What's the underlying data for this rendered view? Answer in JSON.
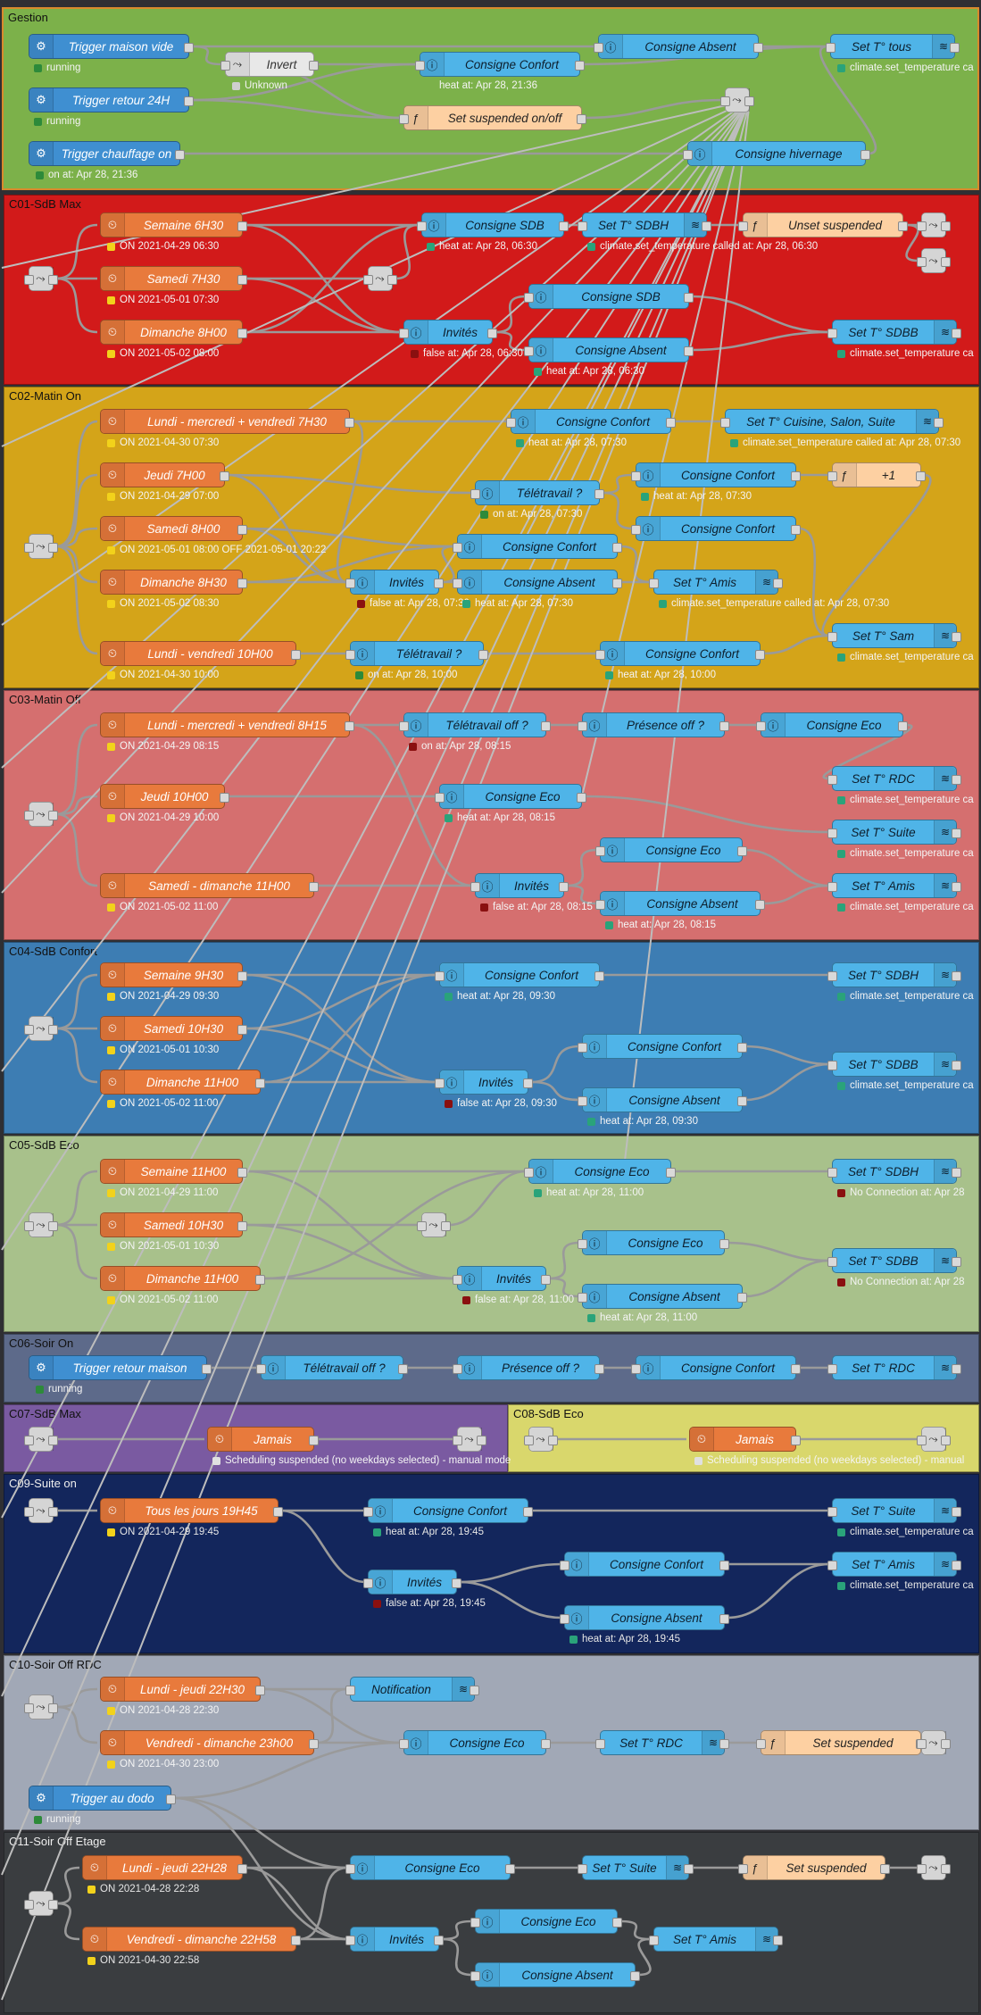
{
  "colors": {
    "Gestion": "#7cb14a",
    "C01": "#d21a1a",
    "C02": "#d4a419",
    "C03": "#d56f6f",
    "C04": "#3d7db3",
    "C05": "#a8c18b",
    "C06": "#5d6a8a",
    "C07": "#7a5aa1",
    "C08": "#d9d76c",
    "C09": "#13265c",
    "C10": "#a1a8b6",
    "C11": "#3a3d40"
  },
  "icon_names": {
    "ha": "info-icon",
    "inject": "clock-icon",
    "func": "function-icon",
    "svc": "wifi-icon",
    "trig": "trigger-icon",
    "sw": "switch-icon"
  },
  "groups": [
    {
      "id": "g0",
      "label": "Gestion",
      "color": "Gestion",
      "dark": false
    },
    {
      "id": "g1",
      "label": "C01-SdB Max",
      "color": "C01",
      "dark": false
    },
    {
      "id": "g2",
      "label": "C02-Matin On",
      "color": "C02",
      "dark": false
    },
    {
      "id": "g3",
      "label": "C03-Matin Off",
      "color": "C03",
      "dark": false
    },
    {
      "id": "g4",
      "label": "C04-SdB Confort",
      "color": "C04",
      "dark": false
    },
    {
      "id": "g5",
      "label": "C05-SdB Eco",
      "color": "C05",
      "dark": false
    },
    {
      "id": "g6",
      "label": "C06-Soir On",
      "color": "C06",
      "dark": false
    },
    {
      "id": "g7",
      "label": "C07-SdB Max",
      "color": "C07",
      "dark": false
    },
    {
      "id": "g8",
      "label": "C08-SdB Eco",
      "color": "C08",
      "dark": false
    },
    {
      "id": "g9",
      "label": "C09-Suite on",
      "color": "C09",
      "dark": true
    },
    {
      "id": "g10",
      "label": "C10-Soir Off RDC",
      "color": "C10",
      "dark": false
    },
    {
      "id": "g11",
      "label": "C11-Soir Off Etage",
      "color": "C11",
      "dark": true
    }
  ],
  "nodes": [
    {
      "id": "n_tmv",
      "type": "trig",
      "label": "Trigger maison vide"
    },
    {
      "id": "n_inv",
      "type": "sw",
      "label": "Invert"
    },
    {
      "id": "n_cc0",
      "type": "ha",
      "label": "Consigne Confort"
    },
    {
      "id": "n_ca0",
      "type": "ha",
      "label": "Consigne Absent"
    },
    {
      "id": "n_stt",
      "type": "svc",
      "label": "Set T° tous"
    },
    {
      "id": "n_tr24",
      "type": "trig",
      "label": "Trigger retour 24H"
    },
    {
      "id": "n_ssp",
      "type": "func",
      "label": "Set suspended on/off"
    },
    {
      "id": "n_link0",
      "type": "sw",
      "label": ""
    },
    {
      "id": "n_tco",
      "type": "trig",
      "label": "Trigger chauffage on"
    },
    {
      "id": "n_chiv",
      "type": "ha",
      "label": "Consigne hivernage"
    },
    {
      "id": "n_s6",
      "type": "inject",
      "label": "Semaine 6H30"
    },
    {
      "id": "n_sa7",
      "type": "inject",
      "label": "Samedi 7H30"
    },
    {
      "id": "n_di8",
      "type": "inject",
      "label": "Dimanche 8H00"
    },
    {
      "id": "n_c1sw",
      "type": "sw",
      "label": ""
    },
    {
      "id": "n_c1sw2",
      "type": "sw",
      "label": ""
    },
    {
      "id": "n_csdb1",
      "type": "ha",
      "label": "Consigne SDB"
    },
    {
      "id": "n_stsdbh1",
      "type": "svc",
      "label": "Set T° SDBH"
    },
    {
      "id": "n_unsusp",
      "type": "func",
      "label": "Unset suspended"
    },
    {
      "id": "n_lo1a",
      "type": "sw",
      "label": ""
    },
    {
      "id": "n_lo1b",
      "type": "sw",
      "label": ""
    },
    {
      "id": "n_inv1",
      "type": "ha",
      "label": "Invités"
    },
    {
      "id": "n_csdb1b",
      "type": "ha",
      "label": "Consigne SDB"
    },
    {
      "id": "n_cabs1",
      "type": "ha",
      "label": "Consigne Absent"
    },
    {
      "id": "n_stsdbb1",
      "type": "svc",
      "label": "Set T° SDBB"
    },
    {
      "id": "n_c2sw",
      "type": "sw",
      "label": ""
    },
    {
      "id": "n_lmv7",
      "type": "inject",
      "label": "Lundi - mercredi + vendredi 7H30"
    },
    {
      "id": "n_je7",
      "type": "inject",
      "label": "Jeudi 7H00"
    },
    {
      "id": "n_sa8",
      "type": "inject",
      "label": "Samedi 8H00"
    },
    {
      "id": "n_di83",
      "type": "inject",
      "label": "Dimanche 8H30"
    },
    {
      "id": "n_lv10",
      "type": "inject",
      "label": "Lundi - vendredi 10H00"
    },
    {
      "id": "n_cc2a",
      "type": "ha",
      "label": "Consigne Confort"
    },
    {
      "id": "n_stcsl",
      "type": "svc",
      "label": "Set T° Cuisine, Salon, Suite"
    },
    {
      "id": "n_tele2",
      "type": "ha",
      "label": "Télétravail ?"
    },
    {
      "id": "n_cc2b",
      "type": "ha",
      "label": "Consigne Confort"
    },
    {
      "id": "n_plus1",
      "type": "func",
      "label": "+1"
    },
    {
      "id": "n_cc2c",
      "type": "ha",
      "label": "Consigne Confort"
    },
    {
      "id": "n_cc2d",
      "type": "ha",
      "label": "Consigne Confort"
    },
    {
      "id": "n_inv2",
      "type": "ha",
      "label": "Invités"
    },
    {
      "id": "n_cabs2",
      "type": "ha",
      "label": "Consigne Absent"
    },
    {
      "id": "n_stamis2",
      "type": "svc",
      "label": "Set T° Amis"
    },
    {
      "id": "n_stsam",
      "type": "svc",
      "label": "Set T° Sam"
    },
    {
      "id": "n_tele2b",
      "type": "ha",
      "label": "Télétravail ?"
    },
    {
      "id": "n_cc2e",
      "type": "ha",
      "label": "Consigne Confort"
    },
    {
      "id": "n_c3sw",
      "type": "sw",
      "label": ""
    },
    {
      "id": "n_lmv8",
      "type": "inject",
      "label": "Lundi - mercredi + vendredi 8H15"
    },
    {
      "id": "n_teleoff3",
      "type": "ha",
      "label": "Télétravail off ?"
    },
    {
      "id": "n_presoff3",
      "type": "ha",
      "label": "Présence off ?"
    },
    {
      "id": "n_ceco3a",
      "type": "ha",
      "label": "Consigne Eco"
    },
    {
      "id": "n_strdc3",
      "type": "svc",
      "label": "Set T° RDC"
    },
    {
      "id": "n_je10",
      "type": "inject",
      "label": "Jeudi 10H00"
    },
    {
      "id": "n_ceco3b",
      "type": "ha",
      "label": "Consigne Eco"
    },
    {
      "id": "n_stsuite3",
      "type": "svc",
      "label": "Set T° Suite"
    },
    {
      "id": "n_ceco3c",
      "type": "ha",
      "label": "Consigne Eco"
    },
    {
      "id": "n_sd11",
      "type": "inject",
      "label": "Samedi - dimanche 11H00"
    },
    {
      "id": "n_inv3",
      "type": "ha",
      "label": "Invités"
    },
    {
      "id": "n_stamis3",
      "type": "svc",
      "label": "Set T° Amis"
    },
    {
      "id": "n_cabs3",
      "type": "ha",
      "label": "Consigne Absent"
    },
    {
      "id": "n_c4sw",
      "type": "sw",
      "label": ""
    },
    {
      "id": "n_s9",
      "type": "inject",
      "label": "Semaine 9H30"
    },
    {
      "id": "n_cc4",
      "type": "ha",
      "label": "Consigne Confort"
    },
    {
      "id": "n_stsdbh4",
      "type": "svc",
      "label": "Set T° SDBH"
    },
    {
      "id": "n_sa10",
      "type": "inject",
      "label": "Samedi 10H30"
    },
    {
      "id": "n_cc4b",
      "type": "ha",
      "label": "Consigne Confort"
    },
    {
      "id": "n_di11",
      "type": "inject",
      "label": "Dimanche 11H00"
    },
    {
      "id": "n_inv4",
      "type": "ha",
      "label": "Invités"
    },
    {
      "id": "n_stsdbb4",
      "type": "svc",
      "label": "Set T° SDBB"
    },
    {
      "id": "n_cabs4",
      "type": "ha",
      "label": "Consigne Absent"
    },
    {
      "id": "n_c5sw",
      "type": "sw",
      "label": ""
    },
    {
      "id": "n_s11",
      "type": "inject",
      "label": "Semaine 11H00"
    },
    {
      "id": "n_ceco5",
      "type": "ha",
      "label": "Consigne Eco"
    },
    {
      "id": "n_stsdbh5",
      "type": "svc",
      "label": "Set T° SDBH"
    },
    {
      "id": "n_sa105",
      "type": "inject",
      "label": "Samedi 10H30"
    },
    {
      "id": "n_c5sw2",
      "type": "sw",
      "label": ""
    },
    {
      "id": "n_ceco5b",
      "type": "ha",
      "label": "Consigne Eco"
    },
    {
      "id": "n_stsdbb5",
      "type": "svc",
      "label": "Set T° SDBB"
    },
    {
      "id": "n_di115",
      "type": "inject",
      "label": "Dimanche 11H00"
    },
    {
      "id": "n_inv5",
      "type": "ha",
      "label": "Invités"
    },
    {
      "id": "n_cabs5",
      "type": "ha",
      "label": "Consigne Absent"
    },
    {
      "id": "n_trm",
      "type": "trig",
      "label": "Trigger retour maison"
    },
    {
      "id": "n_teleoff6",
      "type": "ha",
      "label": "Télétravail off ?"
    },
    {
      "id": "n_presoff6",
      "type": "ha",
      "label": "Présence off ?"
    },
    {
      "id": "n_cc6",
      "type": "ha",
      "label": "Consigne Confort"
    },
    {
      "id": "n_strdc6",
      "type": "svc",
      "label": "Set T° RDC"
    },
    {
      "id": "n_c7sw",
      "type": "sw",
      "label": ""
    },
    {
      "id": "n_jam7",
      "type": "inject",
      "label": "Jamais"
    },
    {
      "id": "n_c7lo",
      "type": "sw",
      "label": ""
    },
    {
      "id": "n_c8sw",
      "type": "sw",
      "label": ""
    },
    {
      "id": "n_jam8",
      "type": "inject",
      "label": "Jamais"
    },
    {
      "id": "n_c8lo",
      "type": "sw",
      "label": ""
    },
    {
      "id": "n_c9sw",
      "type": "sw",
      "label": ""
    },
    {
      "id": "n_tlj",
      "type": "inject",
      "label": "Tous les jours 19H45"
    },
    {
      "id": "n_cc9",
      "type": "ha",
      "label": "Consigne Confort"
    },
    {
      "id": "n_stsuite9",
      "type": "svc",
      "label": "Set T° Suite"
    },
    {
      "id": "n_inv9",
      "type": "ha",
      "label": "Invités"
    },
    {
      "id": "n_cc9b",
      "type": "ha",
      "label": "Consigne Confort"
    },
    {
      "id": "n_stamis9",
      "type": "svc",
      "label": "Set T° Amis"
    },
    {
      "id": "n_cabs9",
      "type": "ha",
      "label": "Consigne Absent"
    },
    {
      "id": "n_c10sw",
      "type": "sw",
      "label": ""
    },
    {
      "id": "n_lj22",
      "type": "inject",
      "label": "Lundi - jeudi 22H30"
    },
    {
      "id": "n_notif",
      "type": "notify",
      "label": "Notification"
    },
    {
      "id": "n_vd23",
      "type": "inject",
      "label": "Vendredi - dimanche 23h00"
    },
    {
      "id": "n_ceco10",
      "type": "ha",
      "label": "Consigne Eco"
    },
    {
      "id": "n_strdc10",
      "type": "svc",
      "label": "Set T° RDC"
    },
    {
      "id": "n_setsusp10",
      "type": "func",
      "label": "Set suspended"
    },
    {
      "id": "n_c10lo",
      "type": "sw",
      "label": ""
    },
    {
      "id": "n_tdodo",
      "type": "trig",
      "label": "Trigger au dodo"
    },
    {
      "id": "n_c11sw",
      "type": "sw",
      "label": ""
    },
    {
      "id": "n_lj2228",
      "type": "inject",
      "label": "Lundi - jeudi 22H28"
    },
    {
      "id": "n_ceco11",
      "type": "ha",
      "label": "Consigne Eco"
    },
    {
      "id": "n_stsuite11",
      "type": "svc",
      "label": "Set T° Suite"
    },
    {
      "id": "n_setsusp11",
      "type": "func",
      "label": "Set suspended"
    },
    {
      "id": "n_c11lo",
      "type": "sw",
      "label": ""
    },
    {
      "id": "n_vd2258",
      "type": "inject",
      "label": "Vendredi - dimanche 22H58"
    },
    {
      "id": "n_inv11",
      "type": "ha",
      "label": "Invités"
    },
    {
      "id": "n_ceco11b",
      "type": "ha",
      "label": "Consigne Eco"
    },
    {
      "id": "n_stamis11",
      "type": "svc",
      "label": "Set T° Amis"
    },
    {
      "id": "n_cabs11",
      "type": "ha",
      "label": "Consigne Absent"
    }
  ],
  "statuses": [
    {
      "id": "s1",
      "color": "#2d8a3a",
      "text": "running"
    },
    {
      "id": "s2",
      "color": "#cfcfcf",
      "text": "Unknown"
    },
    {
      "id": "s3",
      "color": "",
      "text": "heat at: Apr 28, 21:36"
    },
    {
      "id": "s4",
      "color": "#2aa37a",
      "text": "climate.set_temperature ca"
    },
    {
      "id": "s5",
      "color": "#2d8a3a",
      "text": "running"
    },
    {
      "id": "s6",
      "color": "#2d8a3a",
      "text": "on at: Apr 28, 21:36"
    },
    {
      "id": "s7",
      "color": "#f2d21b",
      "text": "ON 2021-04-29 06:30"
    },
    {
      "id": "s8",
      "color": "#f2d21b",
      "text": "ON 2021-05-01 07:30"
    },
    {
      "id": "s9",
      "color": "#f2d21b",
      "text": "ON 2021-05-02 08:00"
    },
    {
      "id": "s10",
      "color": "#2aa37a",
      "text": "heat at: Apr 28, 06:30"
    },
    {
      "id": "s11",
      "color": "#2aa37a",
      "text": "climate.set_temperature called at: Apr 28, 06:30"
    },
    {
      "id": "s12",
      "color": "#8a1010",
      "text": "false at: Apr 28, 06:30"
    },
    {
      "id": "s13",
      "color": "#2aa37a",
      "text": "heat at: Apr 28, 06:30"
    },
    {
      "id": "s14",
      "color": "#2aa37a",
      "text": "climate.set_temperature ca"
    },
    {
      "id": "s15",
      "color": "#f2d21b",
      "text": "ON 2021-04-30 07:30"
    },
    {
      "id": "s16",
      "color": "#2aa37a",
      "text": "heat at: Apr 28, 07:30"
    },
    {
      "id": "s17",
      "color": "#2aa37a",
      "text": "climate.set_temperature called at: Apr 28, 07:30"
    },
    {
      "id": "s18",
      "color": "#f2d21b",
      "text": "ON 2021-04-29 07:00"
    },
    {
      "id": "s19",
      "color": "#2d8a3a",
      "text": "on at: Apr 28, 07:30"
    },
    {
      "id": "s20",
      "color": "#2aa37a",
      "text": "heat at: Apr 28, 07:30"
    },
    {
      "id": "s21",
      "color": "#f2d21b",
      "text": "ON 2021-05-01 08:00 OFF 2021-05-01 20:22"
    },
    {
      "id": "s22",
      "color": "#f2d21b",
      "text": "ON 2021-05-02 08:30"
    },
    {
      "id": "s23",
      "color": "#8a1010",
      "text": "false at: Apr 28, 07:30"
    },
    {
      "id": "s24",
      "color": "#2aa37a",
      "text": "heat at: Apr 28, 07:30"
    },
    {
      "id": "s25",
      "color": "#2aa37a",
      "text": "climate.set_temperature called at: Apr 28, 07:30"
    },
    {
      "id": "s26",
      "color": "#2aa37a",
      "text": "climate.set_temperature ca"
    },
    {
      "id": "s27",
      "color": "#f2d21b",
      "text": "ON 2021-04-30 10:00"
    },
    {
      "id": "s28",
      "color": "#2d8a3a",
      "text": "on at: Apr 28, 10:00"
    },
    {
      "id": "s29",
      "color": "#2aa37a",
      "text": "heat at: Apr 28, 10:00"
    },
    {
      "id": "s30",
      "color": "#f2d21b",
      "text": "ON 2021-04-29 08:15"
    },
    {
      "id": "s31",
      "color": "#8a1010",
      "text": "on at: Apr 28, 08:15"
    },
    {
      "id": "s32",
      "color": "#2aa37a",
      "text": "climate.set_temperature ca"
    },
    {
      "id": "s33",
      "color": "#f2d21b",
      "text": "ON 2021-04-29 10:00"
    },
    {
      "id": "s34",
      "color": "#2aa37a",
      "text": "heat at: Apr 28, 08:15"
    },
    {
      "id": "s35",
      "color": "#2aa37a",
      "text": "climate.set_temperature ca"
    },
    {
      "id": "s36",
      "color": "#f2d21b",
      "text": "ON 2021-05-02 11:00"
    },
    {
      "id": "s37",
      "color": "#8a1010",
      "text": "false at: Apr 28, 08:15"
    },
    {
      "id": "s38",
      "color": "#2aa37a",
      "text": "climate.set_temperature ca"
    },
    {
      "id": "s39",
      "color": "#2aa37a",
      "text": "heat at: Apr 28, 08:15"
    },
    {
      "id": "s40",
      "color": "#f2d21b",
      "text": "ON 2021-04-29 09:30"
    },
    {
      "id": "s41",
      "color": "#2aa37a",
      "text": "heat at: Apr 28, 09:30"
    },
    {
      "id": "s42",
      "color": "#2aa37a",
      "text": "climate.set_temperature ca"
    },
    {
      "id": "s43",
      "color": "#f2d21b",
      "text": "ON 2021-05-01 10:30"
    },
    {
      "id": "s44",
      "color": "#f2d21b",
      "text": "ON 2021-05-02 11:00"
    },
    {
      "id": "s45",
      "color": "#8a1010",
      "text": "false at: Apr 28, 09:30"
    },
    {
      "id": "s46",
      "color": "#2aa37a",
      "text": "climate.set_temperature ca"
    },
    {
      "id": "s47",
      "color": "#2aa37a",
      "text": "heat at: Apr 28, 09:30"
    },
    {
      "id": "s48",
      "color": "#f2d21b",
      "text": "ON 2021-04-29 11:00"
    },
    {
      "id": "s49",
      "color": "#2aa37a",
      "text": "heat at: Apr 28, 11:00"
    },
    {
      "id": "s50",
      "color": "#8a1010",
      "text": "No Connection at: Apr 28"
    },
    {
      "id": "s51",
      "color": "#f2d21b",
      "text": "ON 2021-05-01 10:30"
    },
    {
      "id": "s52",
      "color": "#8a1010",
      "text": "No Connection at: Apr 28"
    },
    {
      "id": "s53",
      "color": "#f2d21b",
      "text": "ON 2021-05-02 11:00"
    },
    {
      "id": "s54",
      "color": "#8a1010",
      "text": "false at: Apr 28, 11:00"
    },
    {
      "id": "s55",
      "color": "#2aa37a",
      "text": "heat at: Apr 28, 11:00"
    },
    {
      "id": "s56",
      "color": "#2d8a3a",
      "text": "running"
    },
    {
      "id": "s57",
      "color": "#e0e0e0",
      "text": "Scheduling suspended (no weekdays selected) - manual mode"
    },
    {
      "id": "s58",
      "color": "#e0e0e0",
      "text": "Scheduling suspended (no weekdays selected) - manual"
    },
    {
      "id": "s59",
      "color": "#f2d21b",
      "text": "ON 2021-04-29 19:45"
    },
    {
      "id": "s60",
      "color": "#2aa37a",
      "text": "heat at: Apr 28, 19:45"
    },
    {
      "id": "s61",
      "color": "#2aa37a",
      "text": "climate.set_temperature ca"
    },
    {
      "id": "s62",
      "color": "#8a1010",
      "text": "false at: Apr 28, 19:45"
    },
    {
      "id": "s63",
      "color": "#2aa37a",
      "text": "climate.set_temperature ca"
    },
    {
      "id": "s64",
      "color": "#2aa37a",
      "text": "heat at: Apr 28, 19:45"
    },
    {
      "id": "s65",
      "color": "#f2d21b",
      "text": "ON 2021-04-28 22:30"
    },
    {
      "id": "s66",
      "color": "#f2d21b",
      "text": "ON 2021-04-30 23:00"
    },
    {
      "id": "s67",
      "color": "#2d8a3a",
      "text": "running"
    },
    {
      "id": "s68",
      "color": "#f2d21b",
      "text": "ON 2021-04-28 22:28"
    },
    {
      "id": "s69",
      "color": "#f2d21b",
      "text": "ON 2021-04-30 22:58"
    }
  ]
}
